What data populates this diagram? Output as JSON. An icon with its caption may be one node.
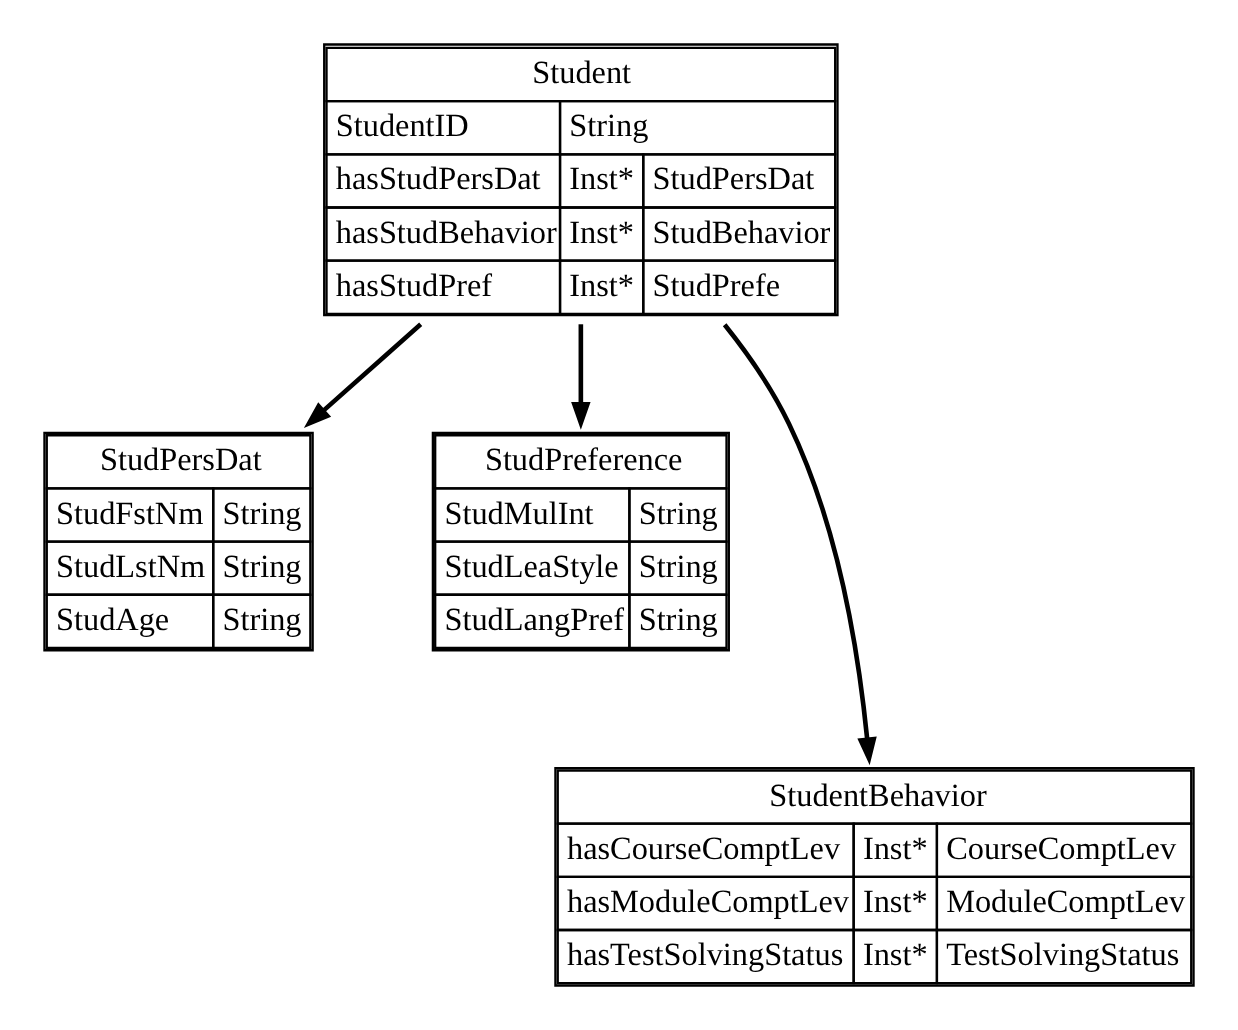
{
  "diagram": {
    "nodes": [
      {
        "text": [
          "Student",
          "StudentID",
          "String",
          "hasStudPersDat",
          "Inst*",
          "StudPersDat",
          "hasStudBehavior",
          "Inst*",
          "StudBehavior",
          "hasStudPref",
          "Inst*",
          "StudPrefe"
        ]
      },
      {
        "text": [
          "StudPersDat",
          "StudFstNm",
          "String",
          "StudLstNm",
          "String",
          "StudAge",
          "String"
        ]
      },
      {
        "text": [
          "StudPreference",
          "StudMulInt",
          "String",
          "StudLeaStyle",
          "String",
          "StudLangPref",
          "String"
        ]
      },
      {
        "text": [
          "StudentBehavior",
          "hasCourseComptLev",
          "Inst*",
          "CourseComptLev",
          "hasModuleComptLev",
          "Inst*",
          "ModuleComptLev",
          "hasTestSolvingStatus",
          "Inst*",
          "TestSolvingStatus"
        ]
      }
    ],
    "edges": [
      {
        "from": 0,
        "to": 1,
        "arrow": "to"
      },
      {
        "from": 0,
        "to": 3,
        "arrow": "to"
      },
      {
        "from": 0,
        "to": 2,
        "arrow": "to"
      }
    ]
  }
}
